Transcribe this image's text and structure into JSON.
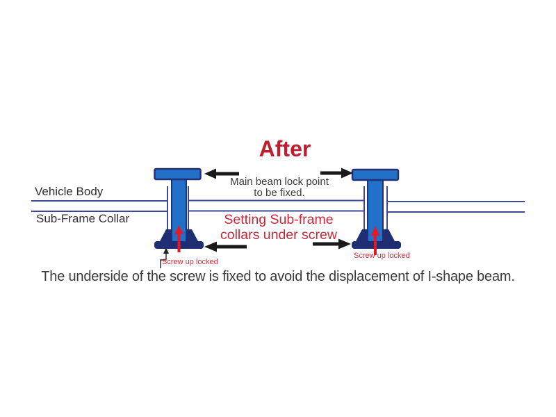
{
  "title": "After",
  "labels": {
    "vehicle_body": "Vehicle Body",
    "sub_frame_collar": "Sub-Frame Collar",
    "main_beam_note_line1": "Main beam lock point",
    "main_beam_note_line2": "to be fixed.",
    "setting_note_line1": "Setting Sub-frame",
    "setting_note_line2": "collars under screw",
    "screw_locked_left": "Screw up locked",
    "screw_locked_right": "Screw up locked"
  },
  "caption": "The underside of the screw is fixed to avoid the displacement of I-shape beam.",
  "icons": {
    "black_arrow_left": "left-pointing arrow",
    "black_arrow_right": "right-pointing arrow",
    "red_arrow_up": "upward red arrow (screw tightening)",
    "leader_arrow_up": "thin callout arrow pointing at collar base"
  },
  "colors": {
    "title_red": "#c01e30",
    "accent_text_red": "#ca2838",
    "screw_label_red": "#da2f3e",
    "beam_blue": "#2270c7",
    "collar_navy": "#1f2d72",
    "panel_line_navy": "#3f4898",
    "arrow_black": "#1a1a1a",
    "screw_arrow_red": "#e6192b",
    "body_text_gray": "#3a3a3a",
    "background": "#ffffff"
  }
}
